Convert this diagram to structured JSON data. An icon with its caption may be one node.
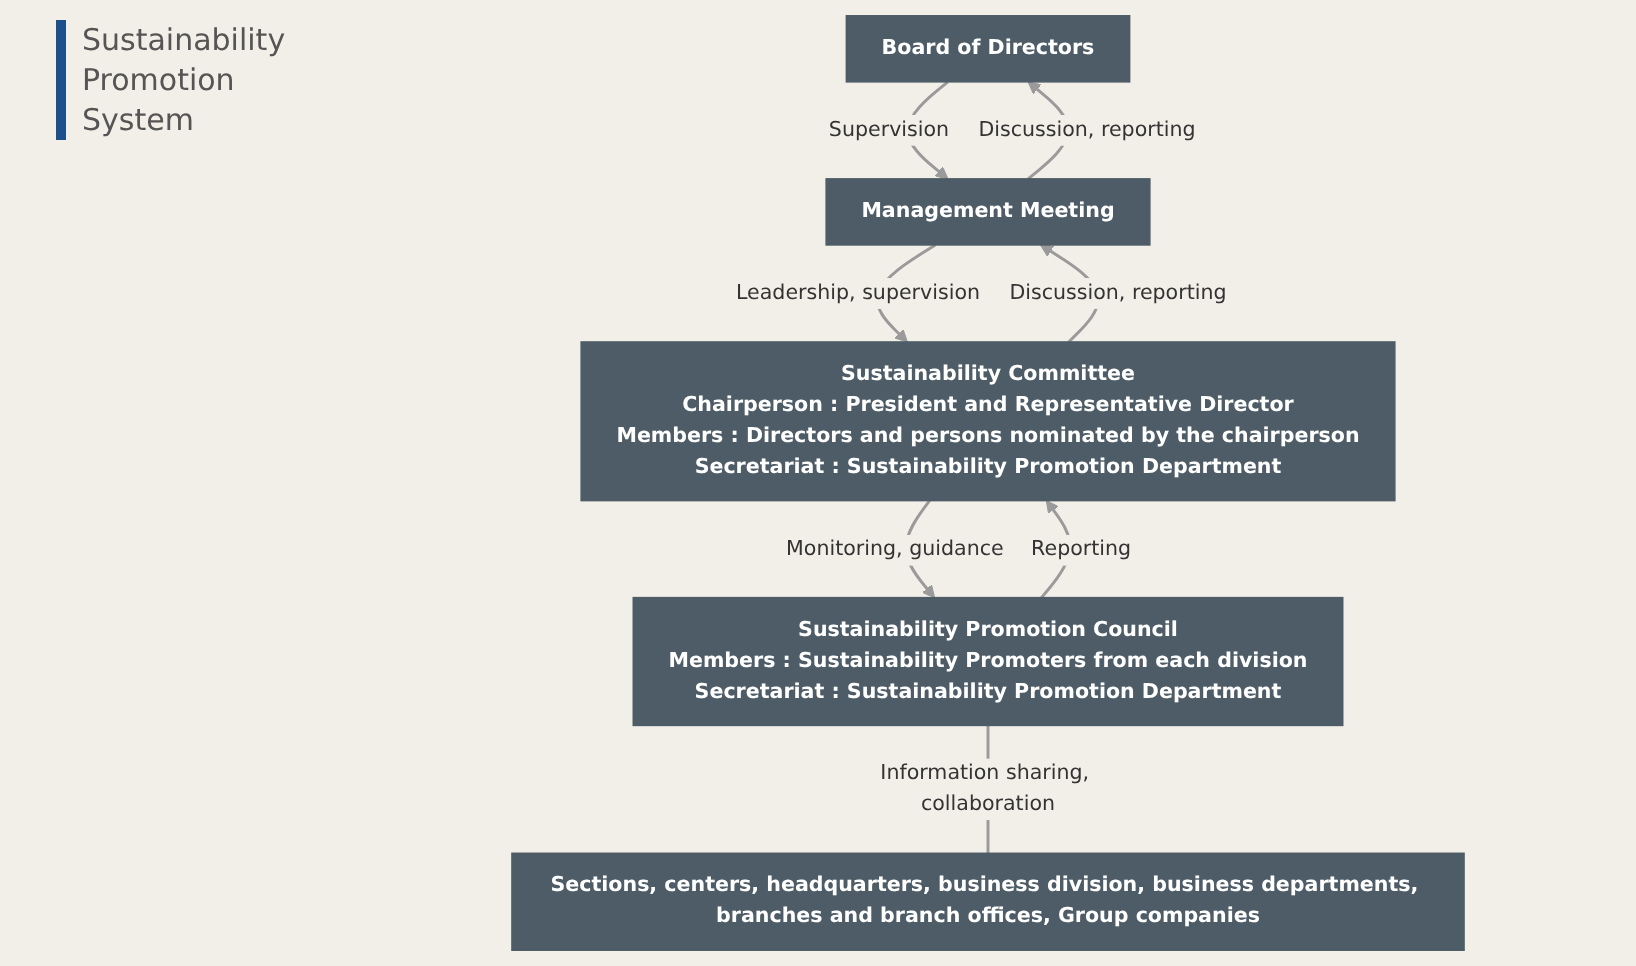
{
  "diagram": {
    "title": "Sustainability Promotion System",
    "nodes": [
      {
        "text": [
          "Board of Directors"
        ]
      },
      {
        "text": [
          "Management Meeting"
        ]
      },
      {
        "text": [
          "Sustainability Committee",
          "Chairperson : President and Representative Director",
          "Members : Directors and persons nominated by the chairperson",
          "Secretariat : Sustainability Promotion Department"
        ]
      },
      {
        "text": [
          "Sustainability Promotion Council",
          "Members : Sustainability Promoters from each division",
          "Secretariat : Sustainability Promotion Department"
        ]
      },
      {
        "text": [
          "Sections, centers, headquarters, business division, business departments, branches and branch offices, Group companies"
        ]
      }
    ],
    "edges": [
      {
        "from": 1,
        "to": 0,
        "arrow": "to",
        "label": "Discussion, reporting"
      },
      {
        "from": 0,
        "to": 1,
        "arrow": "to",
        "label": "Supervision"
      },
      {
        "from": 2,
        "to": 1,
        "arrow": "to",
        "label": "Discussion, reporting"
      },
      {
        "from": 1,
        "to": 2,
        "arrow": "to",
        "label": "Leadership, supervision"
      },
      {
        "from": 3,
        "to": 2,
        "arrow": "to",
        "label": "Reporting"
      },
      {
        "from": 2,
        "to": 3,
        "arrow": "to",
        "label": "Monitoring, guidance"
      },
      {
        "from": 3,
        "to": 4,
        "arrow": "none",
        "label": "Information sharing, collaboration"
      }
    ]
  }
}
